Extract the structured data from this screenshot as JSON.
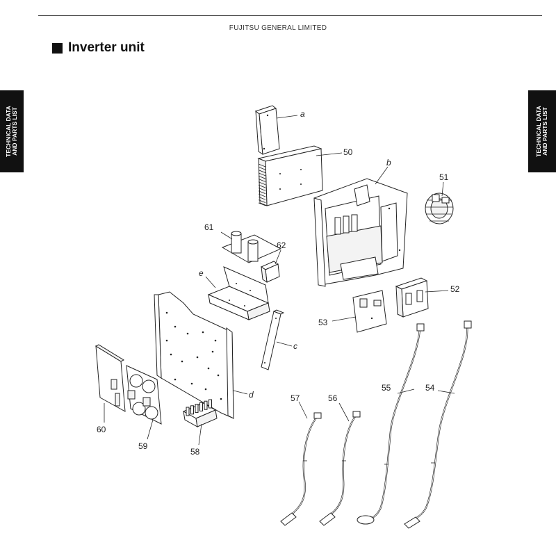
{
  "header": {
    "company": "FUJITSU GENERAL LIMITED"
  },
  "section": {
    "title": "Inverter unit"
  },
  "side_tabs": {
    "line1": "TECHNICAL DATA",
    "line2": "AND PARTS LIST"
  },
  "labels": {
    "a": "a",
    "b": "b",
    "c": "c",
    "d": "d",
    "e": "e",
    "p50": "50",
    "p51": "51",
    "p52": "52",
    "p53": "53",
    "p54": "54",
    "p55": "55",
    "p56": "56",
    "p57": "57",
    "p58": "58",
    "p59": "59",
    "p60": "60",
    "p61": "61",
    "p62": "62"
  }
}
